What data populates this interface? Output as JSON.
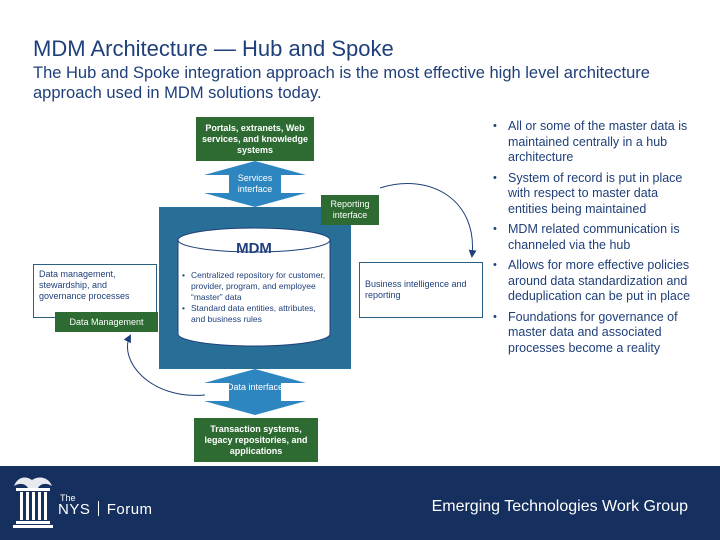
{
  "slide": {
    "title": "MDM Architecture — Hub and Spoke",
    "subtitle": "The Hub and Spoke integration approach is the most effective high level architecture approach used in MDM solutions today."
  },
  "diagram": {
    "portals": "Portals, extranets, Web services,  and knowledge systems",
    "services_interface": "Services interface",
    "reporting_interface": "Reporting interface",
    "mdm_label": "MDM",
    "mdm_points": [
      "Centralized repository for customer, provider, program, and employee “master” data",
      "Standard data entities, attributes, and business rules"
    ],
    "data_management_desc": "Data management, stewardship, and governance processes",
    "data_management_tag": "Data Management",
    "business_intelligence": "Business intelligence and reporting",
    "data_interface": "Data interface",
    "transaction_systems": "Transaction systems, legacy repositories, and applications"
  },
  "bullets": [
    "All or some of the master data is maintained centrally in a hub architecture",
    "System of record is put in place with respect to master data entities being maintained",
    "MDM related communication is channeled via the hub",
    "Allows for more effective policies around data standardization and deduplication can be put in place",
    "Foundations for governance of master data and associated processes become a reality"
  ],
  "footer": {
    "logo_the": "The",
    "logo_nys": "NYS",
    "logo_forum": "Forum",
    "group": "Emerging Technologies Work Group"
  },
  "colors": {
    "text_blue": "#1f3f7a",
    "green": "#2e6b32",
    "hub_blue": "#286f98",
    "arrow_blue": "#2e86c1",
    "footer_navy": "#152f5e"
  }
}
